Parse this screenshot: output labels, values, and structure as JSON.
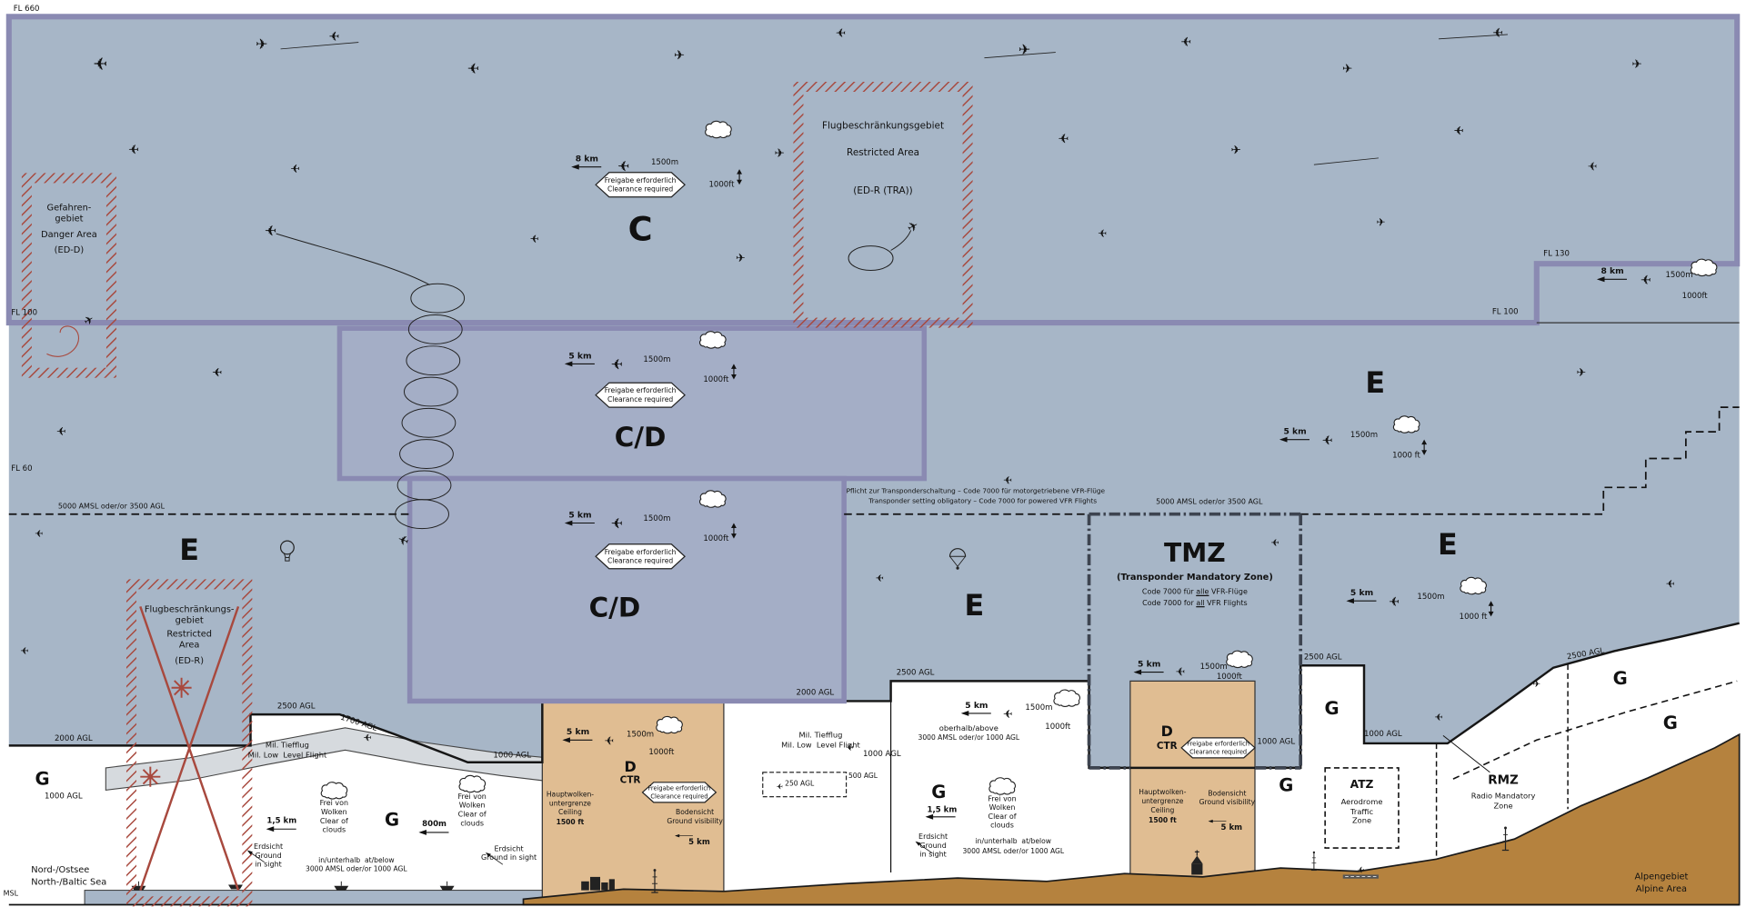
{
  "flight_levels": {
    "fl660": "FL 660",
    "fl130": "FL 130",
    "fl100": "FL 100",
    "fl60": "FL 60",
    "msl": "MSL"
  },
  "classes": {
    "c": "C",
    "cd": "C/D",
    "e": "E",
    "g": "G",
    "d": "D",
    "ctr": "CTR"
  },
  "clearance_sign": {
    "de": "Freigabe erforderlich",
    "en": "Clearance required"
  },
  "visibility": {
    "v8": "8 km",
    "v5": "5 km",
    "v15": "1,5 km",
    "v800": "800m",
    "m1500": "1500m",
    "ft1000": "1000ft",
    "ft1000sp": "1000 ft"
  },
  "divider": {
    "amsl": "5000 AMSL oder/or 3500 AGL",
    "note_de": "Pflicht zur Transponderschaltung – Code 7000 für motorgetriebene VFR-Flüge",
    "note_en": "Transponder setting obligatory – Code 7000 for powered VFR Flights"
  },
  "danger_area": {
    "l1": "Gefahren-",
    "l2": "gebiet",
    "l3": "Danger Area",
    "l4": "(ED-D)"
  },
  "restricted_tra": {
    "l1": "Flugbeschränkungsgebiet",
    "l2": "Restricted Area",
    "l3": "(ED-R (TRA))"
  },
  "restricted_edr": {
    "l1": "Flugbeschränkungs-",
    "l2": "gebiet",
    "l3": "Restricted",
    "l4": "Area",
    "l5": "(ED-R)"
  },
  "tmz": {
    "title": "TMZ",
    "subtitle": "(Transponder Mandatory Zone)",
    "de_pre": "Code 7000 für ",
    "de_u": "alle",
    "de_post": " VFR-Flüge",
    "en_pre": "Code 7000 for ",
    "en_u": "all",
    "en_post": " VFR Flights"
  },
  "ctr": {
    "ceiling1": "Hauptwolken-",
    "ceiling2": "untergrenze",
    "ceiling3": "Ceiling",
    "ceiling4": "1500 ft",
    "vis1": "Bodensicht",
    "vis2": "Ground visibility",
    "vis3": "5 km"
  },
  "atz": {
    "title": "ATZ",
    "l1": "Aerodrome",
    "l2": "Traffic",
    "l3": "Zone"
  },
  "rmz": {
    "title": "RMZ",
    "l1": "Radio Mandatory",
    "l2": "Zone"
  },
  "mil": {
    "de": "Mil. Tiefflug",
    "en": "Mil. Low  Level Flight",
    "agl250": "250 AGL",
    "agl500": "500 AGL"
  },
  "agl": {
    "a2500": "2500 AGL",
    "a2000": "2000 AGL",
    "a1700": "1700 AGL",
    "a1000": "1000 AGL"
  },
  "g_rules": {
    "clear1": "Frei von",
    "clear2": "Wolken",
    "clear3": "Clear of",
    "clear4": "clouds",
    "sight1": "Erdsicht",
    "sight2": "Ground",
    "sight3": "in sight",
    "sight23": "Ground in sight",
    "below": "in/unterhalb  at/below",
    "above": "oberhalb/above",
    "band": "3000 AMSL oder/or 1000 AGL"
  },
  "geo": {
    "sea1": "Nord-/Ostsee",
    "sea2": "North-/Baltic Sea",
    "alps1": "Alpengebiet",
    "alps2": "Alpine Area"
  },
  "colors": {
    "airspace_blue": "#a7b6c7",
    "cd_blue": "#a4aec6",
    "purple_border": "#8a8ab2",
    "restricted_red": "#a8493e",
    "ctr_tan": "#e0bd92",
    "terrain_brown": "#b5823e",
    "mil_gray": "#d6dade"
  }
}
